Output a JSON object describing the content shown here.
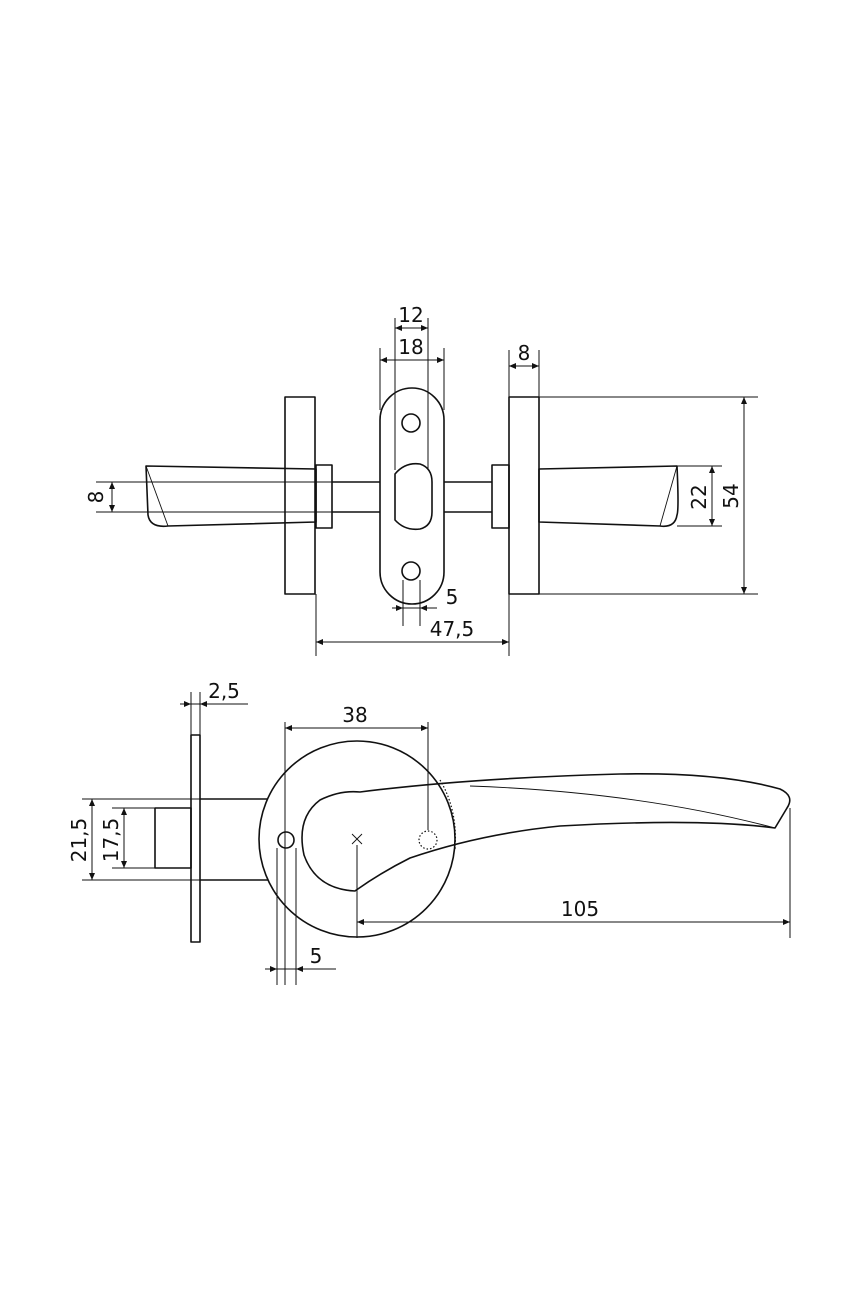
{
  "drawing": {
    "top_view": {
      "dim_spindle_width": "12",
      "dim_latch_plate_width": "18",
      "dim_rose_thickness": "8",
      "dim_lever_grip": "8",
      "dim_lever_height": "22",
      "dim_rose_height": "54",
      "dim_hole_width": "5",
      "dim_door_thickness": "47,5"
    },
    "side_view": {
      "dim_plate_thickness": "2,5",
      "dim_rose_diameter": "38",
      "dim_outer_height": "21,5",
      "dim_inner_height": "17,5",
      "dim_hole_diameter": "5",
      "dim_lever_length": "105"
    }
  }
}
